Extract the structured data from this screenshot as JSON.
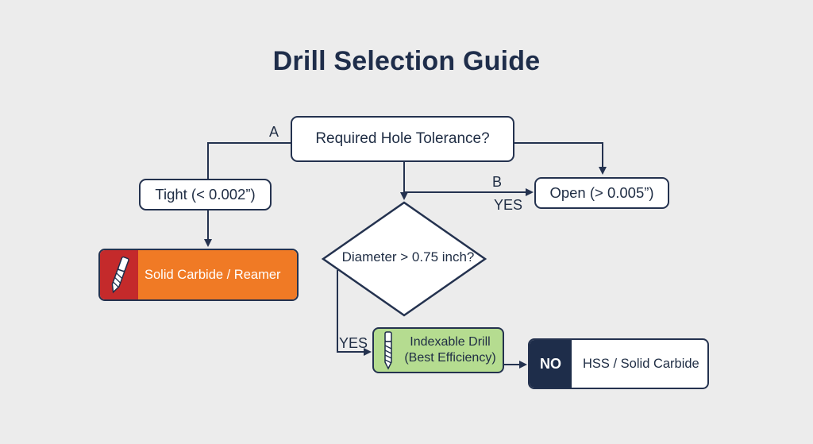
{
  "title": "Drill Selection Guide",
  "nodes": {
    "start": {
      "label": "Required Hole Tolerance?"
    },
    "tight": {
      "label": "Tight (< 0.002”)"
    },
    "open": {
      "label": "Open (> 0.005”)"
    },
    "diamond": {
      "label": "Diameter > 0.75 inch?"
    },
    "reamer": {
      "label": "Solid Carbide / Reamer",
      "icon": "drill-bit-icon"
    },
    "indexable": {
      "line1": "Indexable Drill",
      "line2": "(Best Efficiency)",
      "icon": "drill-bit-icon"
    },
    "hss": {
      "tag": "NO",
      "label": "HSS / Solid Carbide"
    }
  },
  "edge_labels": {
    "a": "A",
    "b": "B",
    "yes_top": "YES",
    "yes_left": "YES"
  },
  "colors": {
    "navy": "#1e2d4a",
    "reamer_red": "#c42a2b",
    "reamer_orange": "#f07a25",
    "indexable_green": "#b5dc90",
    "background": "#ececec"
  }
}
